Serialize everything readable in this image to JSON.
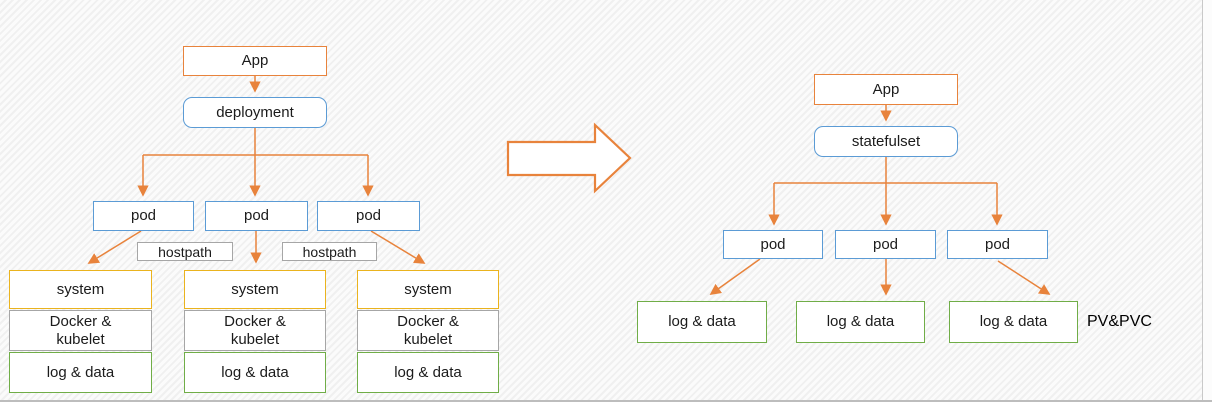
{
  "diagram_title": "kubernetes deployment vs statefulset storage diagram",
  "colors": {
    "accent_orange": "#e8833c",
    "accent_blue": "#5b9bd5",
    "accent_yellow": "#eab31e",
    "accent_gray": "#a6a6a6",
    "accent_green": "#70ad47",
    "background": "#f5f5f5",
    "box_fill": "#ffffff",
    "text": "#1b1b1b"
  },
  "left": {
    "app_label": "App",
    "controller_label": "deployment",
    "pod_labels": [
      "pod",
      "pod",
      "pod"
    ],
    "hostpath_labels": [
      "hostpath",
      "hostpath"
    ],
    "node_stacks": [
      {
        "system": "system",
        "runtime": "Docker &\nkubelet",
        "storage": "log & data"
      },
      {
        "system": "system",
        "runtime": "Docker &\nkubelet",
        "storage": "log & data"
      },
      {
        "system": "system",
        "runtime": "Docker &\nkubelet",
        "storage": "log & data"
      }
    ]
  },
  "right": {
    "app_label": "App",
    "controller_label": "statefulset",
    "pod_labels": [
      "pod",
      "pod",
      "pod"
    ],
    "volume_labels": [
      "log & data",
      "log & data",
      "log & data"
    ],
    "annotation": "PV&PVC"
  }
}
